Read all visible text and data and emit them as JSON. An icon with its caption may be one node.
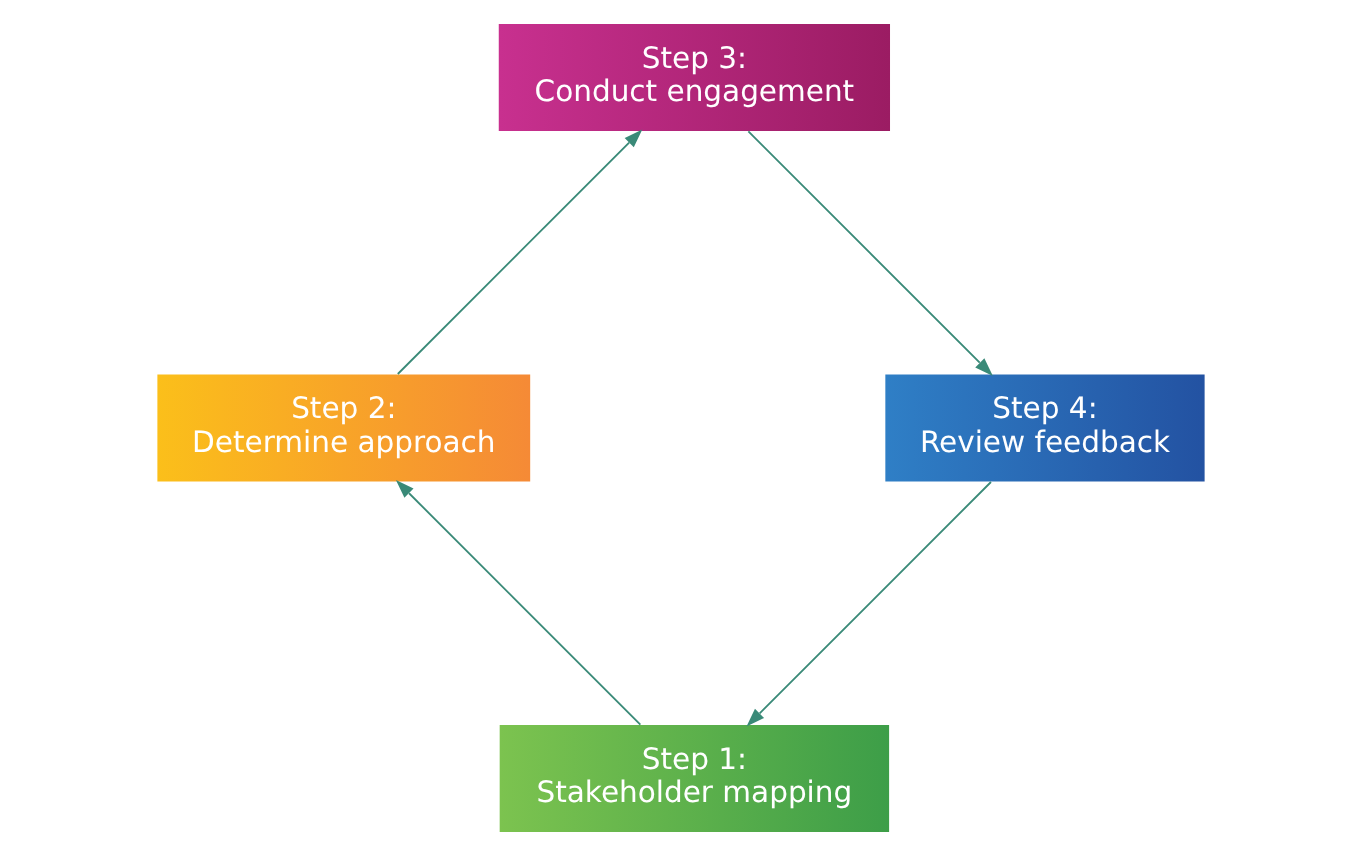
{
  "diagram": {
    "nodes": [
      {
        "text": [
          "Step 1:",
          "Stakeholder mapping"
        ]
      },
      {
        "text": [
          "Step 2:",
          "Determine approach"
        ]
      },
      {
        "text": [
          "Step 3:",
          "Conduct engagement"
        ]
      },
      {
        "text": [
          "Step 4:",
          "Review feedback"
        ]
      }
    ],
    "edges": [
      {
        "from": 0,
        "to": 1,
        "arrow": "to",
        "color": "#3a8a78"
      },
      {
        "from": 1,
        "to": 2,
        "arrow": "to",
        "color": "#3a8a78"
      },
      {
        "from": 2,
        "to": 3,
        "arrow": "to",
        "color": "#3a8a78"
      },
      {
        "from": 3,
        "to": 0,
        "arrow": "to",
        "color": "#3a8a78"
      }
    ]
  }
}
